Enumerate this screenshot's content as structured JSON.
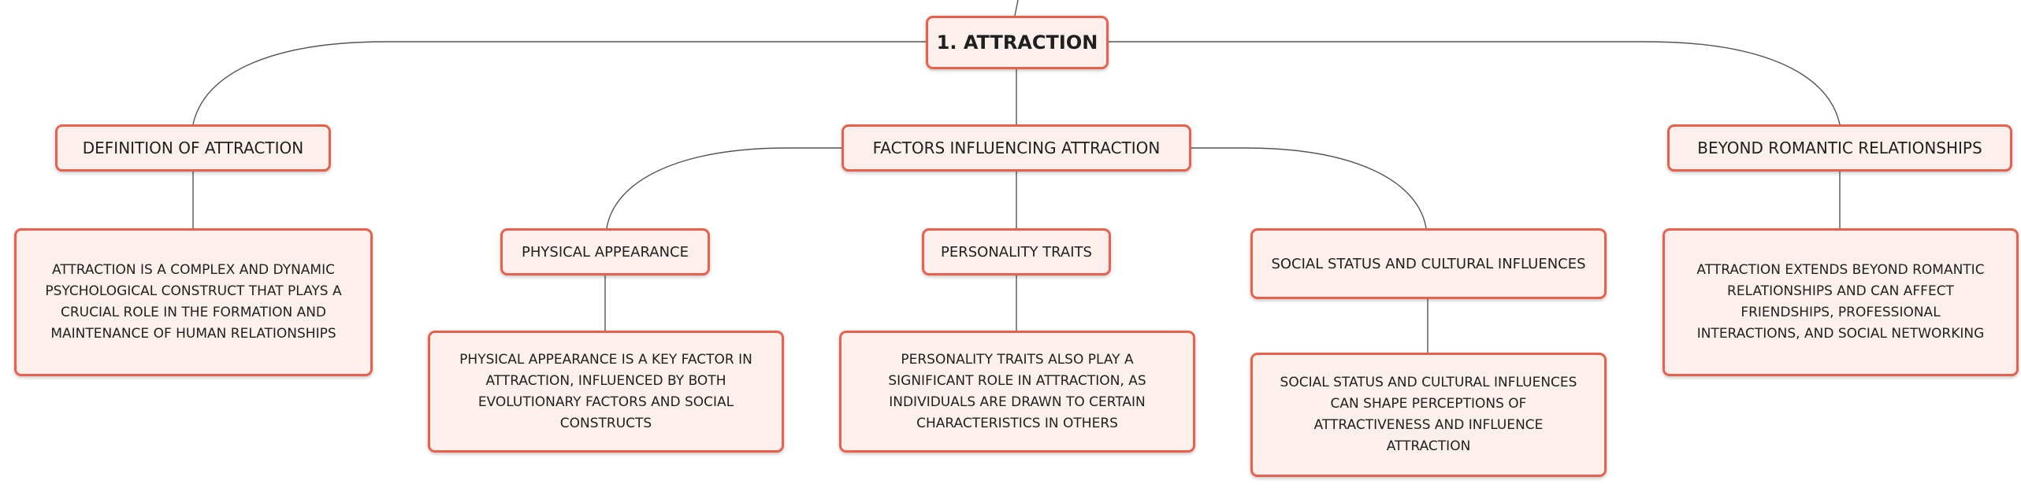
{
  "root": {
    "label": "1. ATTRACTION"
  },
  "definition": {
    "label": "DEFINITION OF ATTRACTION",
    "description": "ATTRACTION IS A COMPLEX AND DYNAMIC PSYCHOLOGICAL CONSTRUCT THAT PLAYS A CRUCIAL ROLE IN THE FORMATION AND MAINTENANCE OF HUMAN RELATIONSHIPS"
  },
  "factors": {
    "label": "FACTORS INFLUENCING ATTRACTION",
    "physical": {
      "label": "PHYSICAL APPEARANCE",
      "description": "PHYSICAL APPEARANCE IS A KEY FACTOR IN ATTRACTION, INFLUENCED BY BOTH EVOLUTIONARY FACTORS AND SOCIAL CONSTRUCTS"
    },
    "personality": {
      "label": "PERSONALITY TRAITS",
      "description": "PERSONALITY TRAITS ALSO PLAY A SIGNIFICANT ROLE IN ATTRACTION, AS INDIVIDUALS ARE DRAWN TO CERTAIN CHARACTERISTICS IN OTHERS"
    },
    "social": {
      "label": "SOCIAL STATUS AND CULTURAL INFLUENCES",
      "description": "SOCIAL STATUS AND CULTURAL INFLUENCES CAN SHAPE PERCEPTIONS OF ATTRACTIVENESS AND INFLUENCE ATTRACTION"
    }
  },
  "beyond": {
    "label": "BEYOND ROMANTIC RELATIONSHIPS",
    "description": "ATTRACTION EXTENDS BEYOND ROMANTIC RELATIONSHIPS AND CAN AFFECT FRIENDSHIPS, PROFESSIONAL INTERACTIONS, AND SOCIAL NETWORKING"
  },
  "colors": {
    "node_border": "#e9604d",
    "node_fill": "#fdf0ec",
    "connector": "#555555"
  }
}
